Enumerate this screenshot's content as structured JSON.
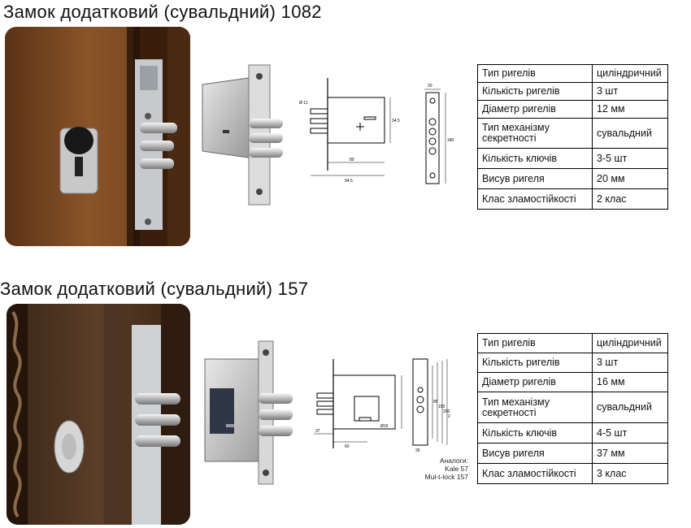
{
  "section1": {
    "title": "Замок додатковий (сувальдний) 1082",
    "icon": "deadbolt-lock-image",
    "drawing_dims": [
      "Ø 11",
      "34.5",
      "80",
      "94.5",
      "20",
      "180"
    ],
    "specs": [
      {
        "label": "Тип ригелів",
        "value": "циліндричний"
      },
      {
        "label": "Кількість ригелів",
        "value": "3 шт"
      },
      {
        "label": "Діаметр ригелів",
        "value": "12 мм"
      },
      {
        "label": "Тип механізму секретності",
        "value": "сувальдний"
      },
      {
        "label": "Кількість ключів",
        "value": "3-5 шт"
      },
      {
        "label": "Висув ригеля",
        "value": "20 мм"
      },
      {
        "label": "Клас зламостійкості",
        "value": "2 клас"
      }
    ]
  },
  "section2": {
    "title": "Замок додатковий (сувальдний) 157",
    "icon": "deadbolt-lock-image",
    "drawing_dims": [
      "37",
      "60",
      "Ø16",
      "26",
      "85",
      "150",
      "200",
      "220"
    ],
    "analogs": [
      "Аналоги:",
      "Kale 57",
      "Mul-t-lock 157"
    ],
    "specs": [
      {
        "label": "Тип ригелів",
        "value": "циліндричний"
      },
      {
        "label": "Кількість ригелів",
        "value": "3 шт"
      },
      {
        "label": "Діаметр ригелів",
        "value": "16 мм"
      },
      {
        "label": "Тип механізму секретності",
        "value": "сувальдний"
      },
      {
        "label": "Кількість ключів",
        "value": "4-5 шт"
      },
      {
        "label": "Висув ригеля",
        "value": "37 мм"
      },
      {
        "label": "Клас зламостійкості",
        "value": "3 клас"
      }
    ]
  }
}
